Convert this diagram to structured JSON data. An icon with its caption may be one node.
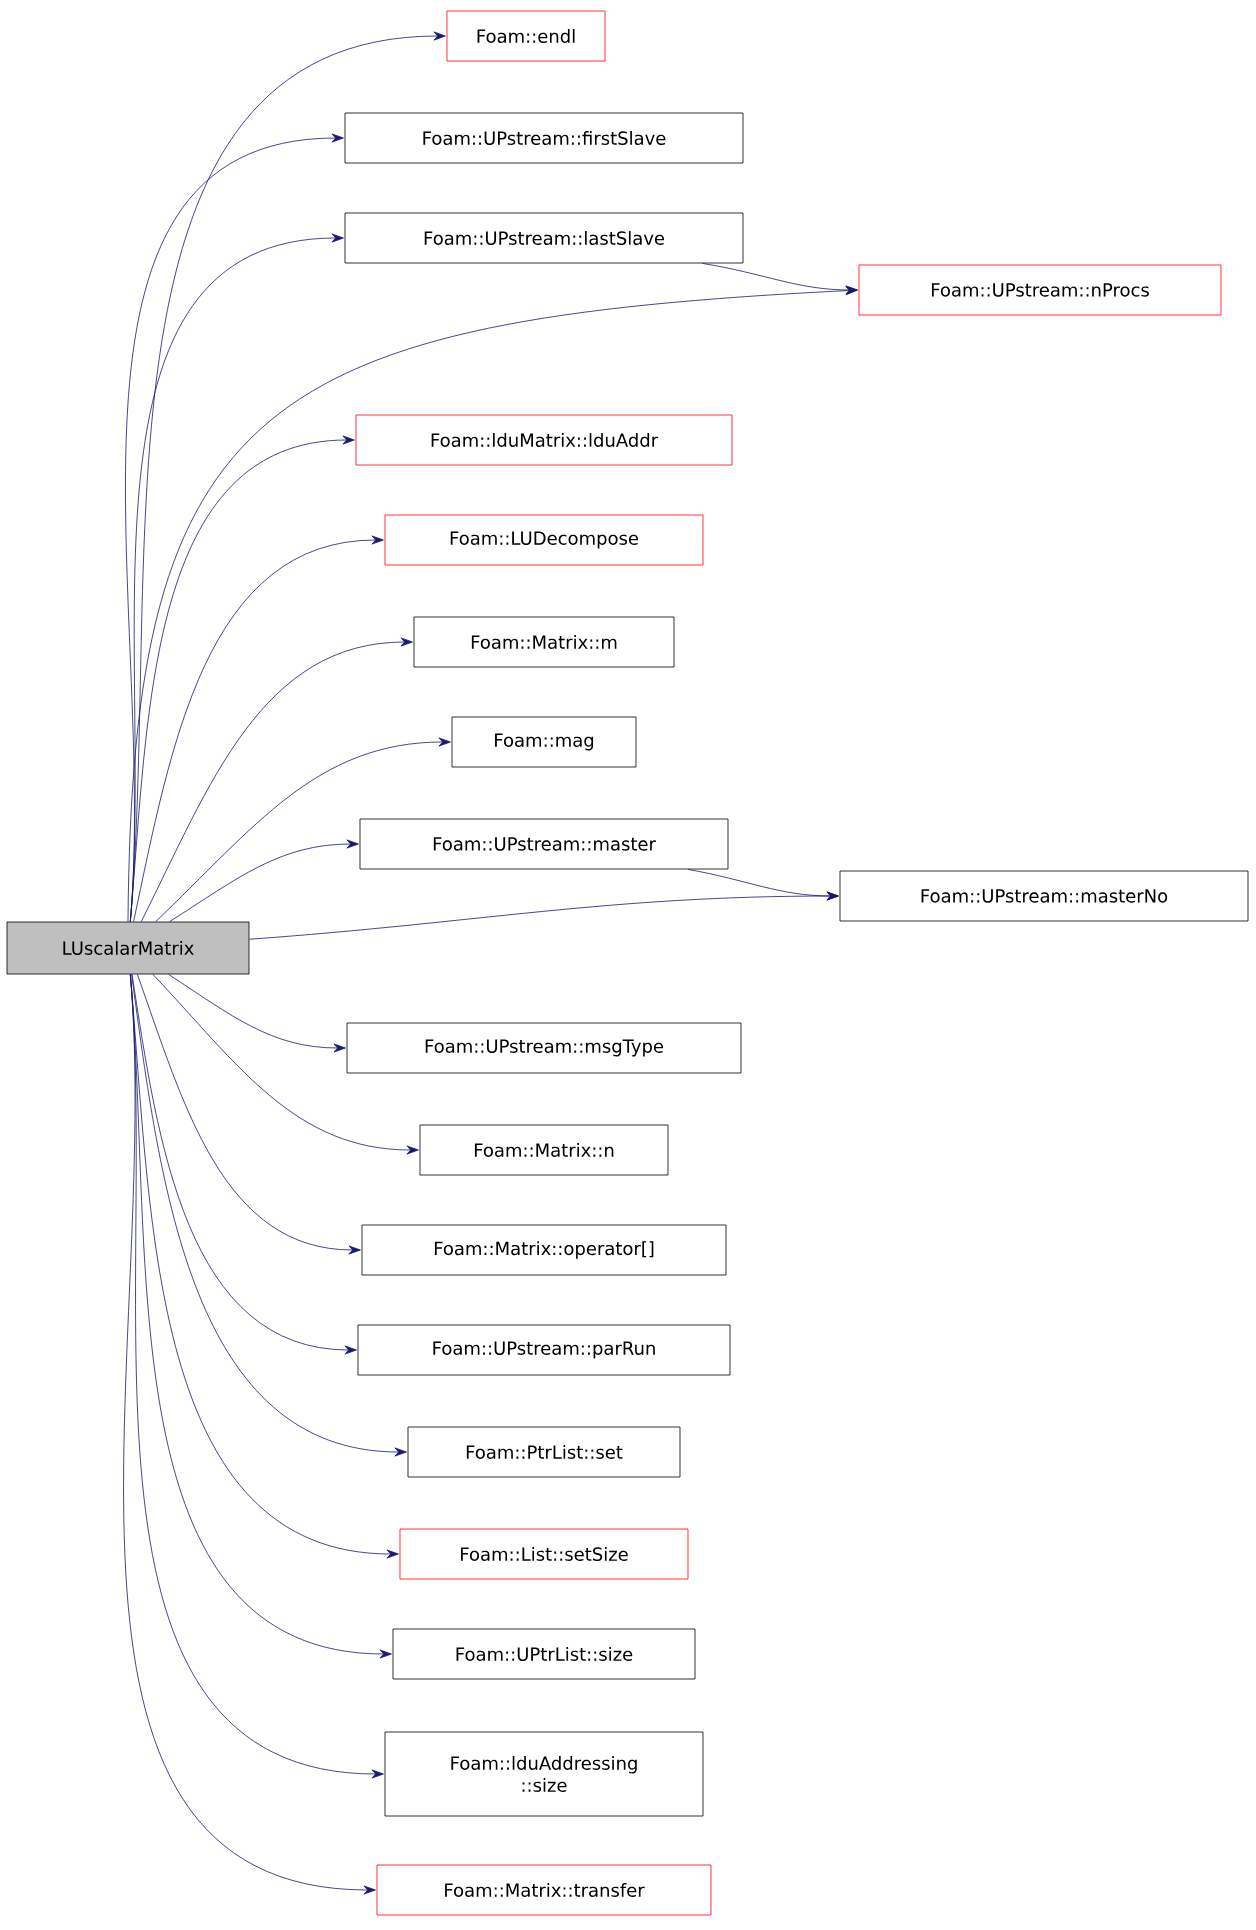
{
  "diagram": {
    "nodes": [
      {
        "text": [
          "LUscalarMatrix"
        ]
      },
      {
        "text": [
          "Foam::endl"
        ]
      },
      {
        "text": [
          "Foam::UPstream::firstSlave"
        ]
      },
      {
        "text": [
          "Foam::UPstream::lastSlave"
        ]
      },
      {
        "text": [
          "Foam::UPstream::nProcs"
        ]
      },
      {
        "text": [
          "Foam::lduMatrix::lduAddr"
        ]
      },
      {
        "text": [
          "Foam::LUDecompose"
        ]
      },
      {
        "text": [
          "Foam::Matrix::m"
        ]
      },
      {
        "text": [
          "Foam::mag"
        ]
      },
      {
        "text": [
          "Foam::UPstream::master"
        ]
      },
      {
        "text": [
          "Foam::UPstream::masterNo"
        ]
      },
      {
        "text": [
          "Foam::UPstream::msgType"
        ]
      },
      {
        "text": [
          "Foam::Matrix::n"
        ]
      },
      {
        "text": [
          "Foam::Matrix::operator[]"
        ]
      },
      {
        "text": [
          "Foam::UPstream::parRun"
        ]
      },
      {
        "text": [
          "Foam::PtrList::set"
        ]
      },
      {
        "text": [
          "Foam::List::setSize"
        ]
      },
      {
        "text": [
          "Foam::UPtrList::size"
        ]
      },
      {
        "text": [
          "Foam::lduAddressing ::size"
        ]
      },
      {
        "text": [
          "Foam::Matrix::transfer"
        ]
      }
    ],
    "edges": [
      {
        "from": 0,
        "to": 1,
        "arrow": "to"
      },
      {
        "from": 0,
        "to": 2,
        "arrow": "to"
      },
      {
        "from": 0,
        "to": 3,
        "arrow": "to"
      },
      {
        "from": 0,
        "to": 4,
        "arrow": "to"
      },
      {
        "from": 0,
        "to": 5,
        "arrow": "to"
      },
      {
        "from": 0,
        "to": 6,
        "arrow": "to"
      },
      {
        "from": 0,
        "to": 7,
        "arrow": "to"
      },
      {
        "from": 0,
        "to": 8,
        "arrow": "to"
      },
      {
        "from": 0,
        "to": 9,
        "arrow": "to"
      },
      {
        "from": 0,
        "to": 10,
        "arrow": "to"
      },
      {
        "from": 0,
        "to": 11,
        "arrow": "to"
      },
      {
        "from": 0,
        "to": 12,
        "arrow": "to"
      },
      {
        "from": 0,
        "to": 13,
        "arrow": "to"
      },
      {
        "from": 0,
        "to": 14,
        "arrow": "to"
      },
      {
        "from": 0,
        "to": 15,
        "arrow": "to"
      },
      {
        "from": 0,
        "to": 16,
        "arrow": "to"
      },
      {
        "from": 0,
        "to": 17,
        "arrow": "to"
      },
      {
        "from": 0,
        "to": 18,
        "arrow": "to"
      },
      {
        "from": 0,
        "to": 19,
        "arrow": "to"
      },
      {
        "from": 3,
        "to": 4,
        "arrow": "to"
      },
      {
        "from": 9,
        "to": 10,
        "arrow": "to"
      }
    ]
  }
}
